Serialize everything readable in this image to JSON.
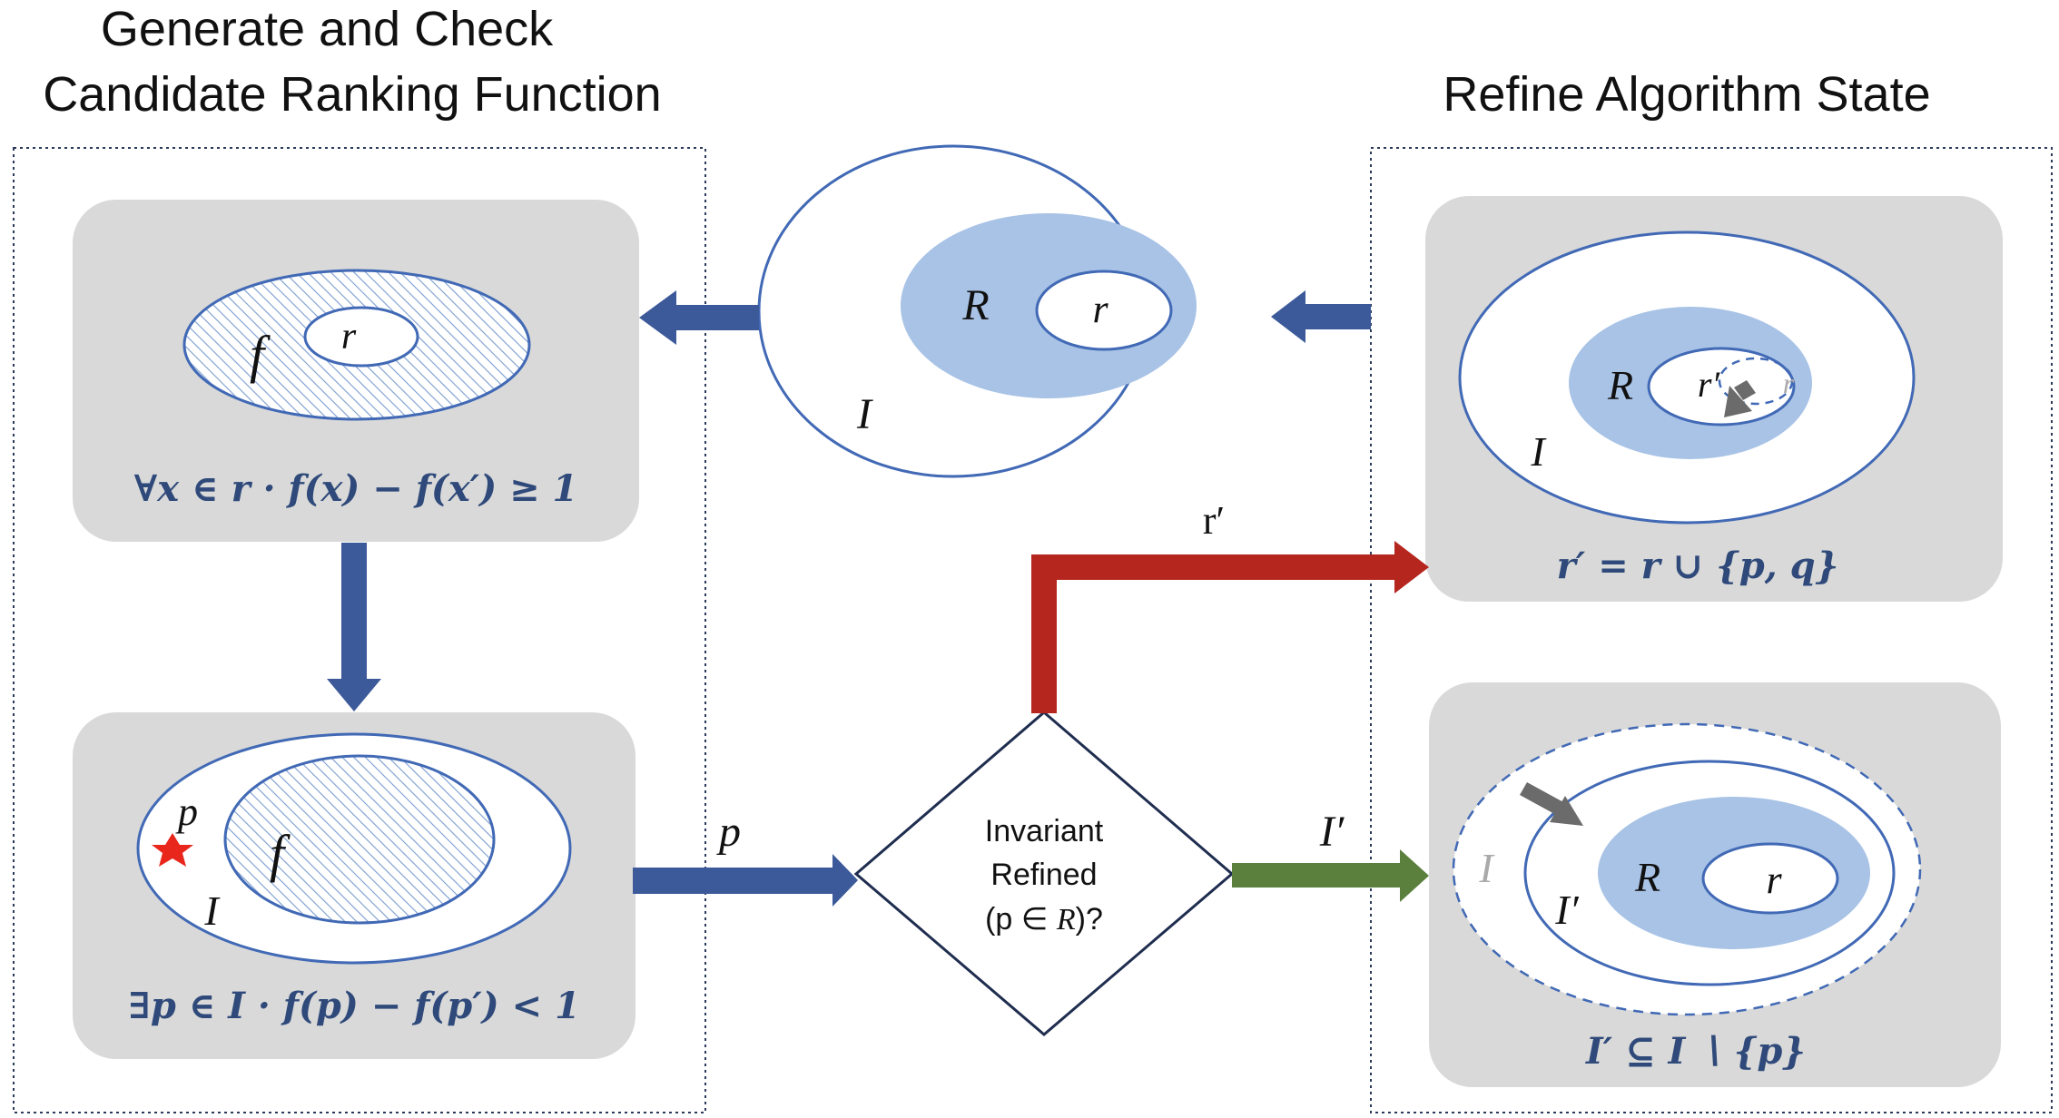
{
  "titles": {
    "left_line1": "Generate and Check",
    "left_line2": "Candidate Ranking Function",
    "right": "Refine Algorithm State"
  },
  "center_state": {
    "outer": "I",
    "region": "R",
    "inner": "r"
  },
  "check_box": {
    "outer": "f",
    "inner": "r",
    "formula": "∀x ∈ r · f(x) − f(x′) ≥ 1"
  },
  "counterexample_box": {
    "point": "p",
    "outer": "I",
    "inner": "f",
    "formula": "∃p ∈ I · f(p) − f(p′) < 1"
  },
  "edge_labels": {
    "p": "p",
    "r_prime": "r′",
    "i_prime": "I′"
  },
  "decision": {
    "line1": "Invariant",
    "line2": "Refined",
    "line3_pre": "(p ∈ ",
    "line3_var": "R",
    "line3_post": ")?"
  },
  "refine_r_box": {
    "outer": "I",
    "region": "R",
    "new_inner": "r′",
    "old_inner": "r",
    "formula": "r′ = r ∪ {p, q}"
  },
  "refine_i_box": {
    "old_outer": "I",
    "new_outer": "I′",
    "region": "R",
    "inner": "r",
    "formula": "I′ ⊆ I ∖ {p}"
  },
  "colors": {
    "blue_arrow": "#3c5a9a",
    "red_arrow": "#b5261e",
    "green_arrow": "#5b7f3c",
    "region_fill": "#a8c3e6",
    "ellipse_stroke": "#4169b5",
    "panel_gray": "#d9d9d9",
    "formula_text": "#2f4a7a",
    "star": "#e8261c"
  }
}
